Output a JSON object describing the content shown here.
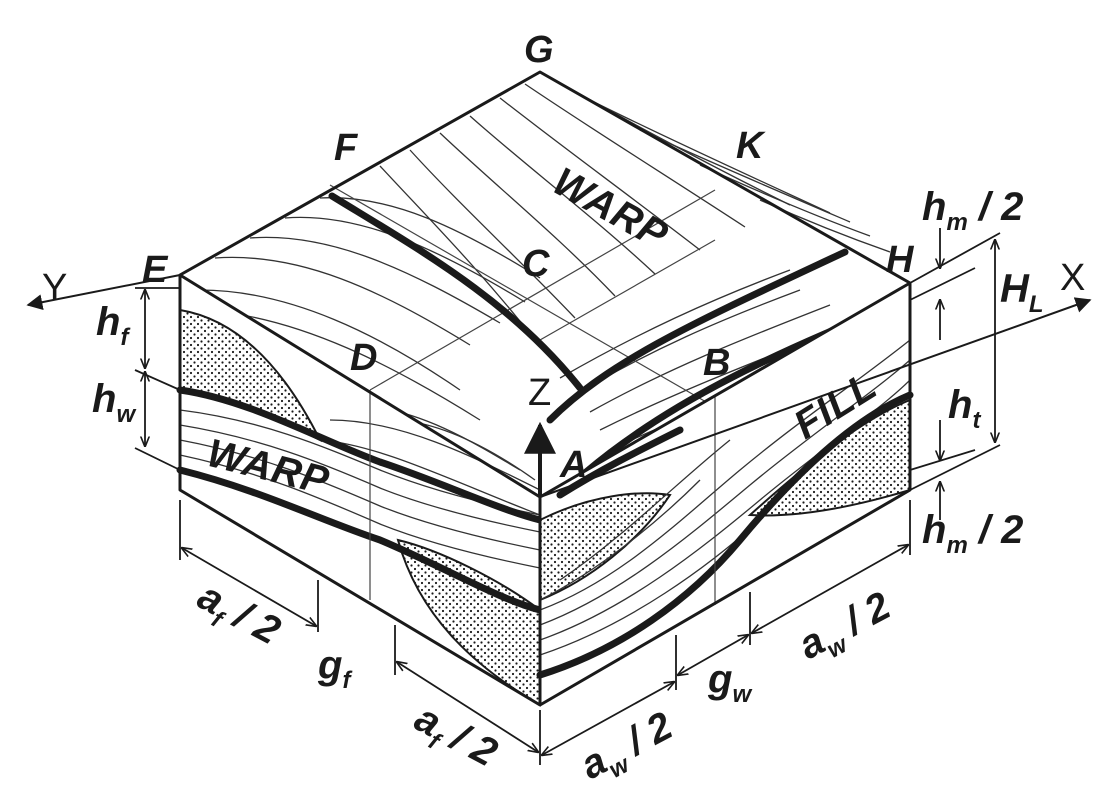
{
  "points": {
    "G": "G",
    "F": "F",
    "K": "K",
    "E": "E",
    "H": "H",
    "C": "C",
    "D": "D",
    "B": "B",
    "A": "A"
  },
  "axes": {
    "x": "X",
    "y": "Y",
    "z": "Z"
  },
  "yarns": {
    "warp_top": "WARP",
    "warp_front": "WARP",
    "fill": "FILL"
  },
  "dimensions": {
    "hm_top": {
      "main": "h",
      "sub": "m",
      "tail": " / 2"
    },
    "hm_bottom": {
      "main": "h",
      "sub": "m",
      "tail": " / 2"
    },
    "HL": {
      "main": "H",
      "sub": "L"
    },
    "ht": {
      "main": "h",
      "sub": "t"
    },
    "hf": {
      "main": "h",
      "sub": "f"
    },
    "hw": {
      "main": "h",
      "sub": "w"
    },
    "af_left": {
      "main": "a",
      "sub": "f",
      "tail": " / 2"
    },
    "af_bottom": {
      "main": "a",
      "sub": "f",
      "tail": " / 2"
    },
    "gf": {
      "main": "g",
      "sub": "f"
    },
    "aw_bottom": {
      "main": "a",
      "sub": "w",
      "tail": " / 2"
    },
    "gw": {
      "main": "g",
      "sub": "w"
    },
    "aw_right": {
      "main": "a",
      "sub": "w",
      "tail": " / 2"
    }
  },
  "colors": {
    "ink": "#1a1a1a",
    "background": "#ffffff"
  }
}
